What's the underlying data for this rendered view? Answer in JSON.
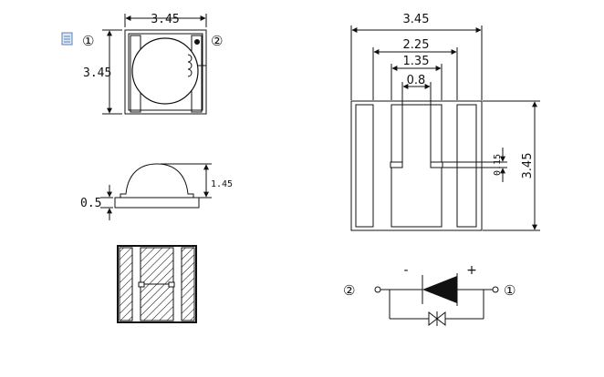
{
  "top_view": {
    "width_label": "3.45",
    "height_label": "3.45",
    "pin1_label": "①",
    "pin2_label": "②"
  },
  "side_view": {
    "dome_height_label": "1.45",
    "base_height_label": "0.5"
  },
  "pad_layout": {
    "overall_width_label": "3.45",
    "outer_pad_span_label": "2.25",
    "inner_pad_span_label": "1.35",
    "gap_label": "0.8",
    "slot_label": "0.15",
    "height_label": "3.45"
  },
  "schematic": {
    "minus_label": "-",
    "plus_label": "+",
    "left_pin_label": "②",
    "right_pin_label": "①"
  },
  "colors": {
    "line": "#111111",
    "icon_blue": "#5b7fb8"
  }
}
